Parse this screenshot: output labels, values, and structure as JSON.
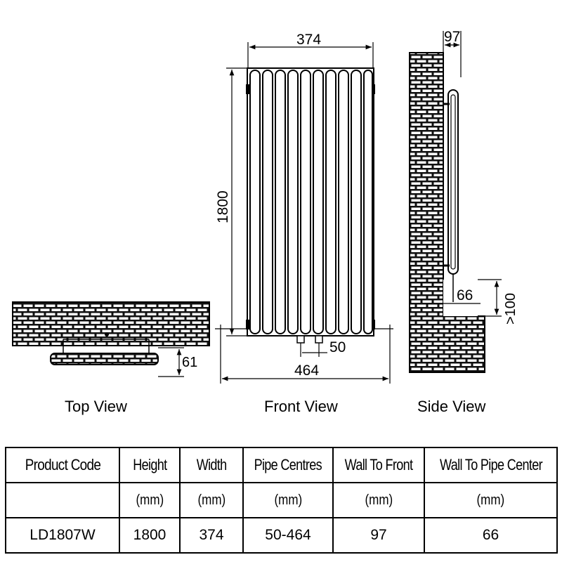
{
  "dimensions": {
    "front_inner_width": "374",
    "front_height": "1800",
    "pipe_spacing": "50",
    "front_overall_width": "464",
    "side_depth": "97",
    "side_pipe_center": "66",
    "side_floor_clearance": ">100",
    "top_projection": "61"
  },
  "views": {
    "top": "Top View",
    "front": "Front View",
    "side": "Side View"
  },
  "table": {
    "headers": [
      "Product Code",
      "Height",
      "Width",
      "Pipe Centres",
      "Wall To Front",
      "Wall To Pipe Center"
    ],
    "units": [
      "",
      "(mm)",
      "(mm)",
      "(mm)",
      "(mm)",
      "(mm)"
    ],
    "rows": [
      [
        "LD1807W",
        "1800",
        "374",
        "50-464",
        "97",
        "66"
      ]
    ]
  }
}
